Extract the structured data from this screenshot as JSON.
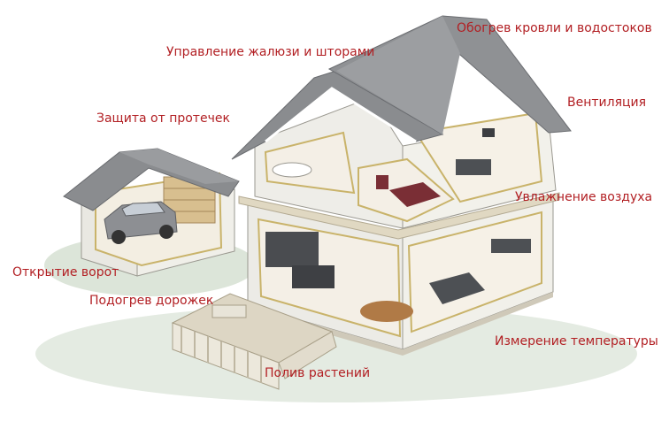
{
  "labels": {
    "roof_heating": "Обогрев кровли и водостоков",
    "blinds": "Управление жалюзи и шторами",
    "ventilation": "Вентиляция",
    "leak_protection": "Защита от протечек",
    "humidification": "Увлажнение воздуха",
    "gate_opening": "Открытие ворот",
    "path_heating": "Подогрев дорожек",
    "temperature": "Измерение температуры",
    "watering": "Полив растений"
  },
  "colors": {
    "label_text": "#b21f23",
    "roof": "#8a8c8f",
    "siding": "#ecebe6",
    "floor": "#d9c9a6",
    "interior": "#f4efe6",
    "ground": "#d7e2d4"
  }
}
